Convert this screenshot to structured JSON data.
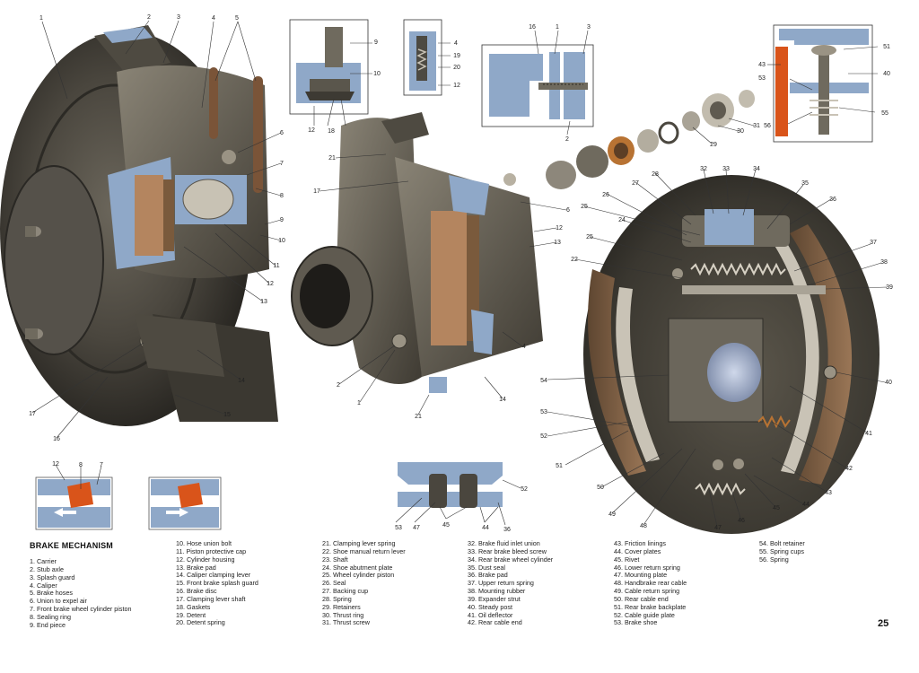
{
  "colors": {
    "metal_dark": "#3d3a33",
    "metal_mid": "#6f6a5e",
    "metal_light": "#a9a396",
    "section_blue": "#8fa8c8",
    "lining_brown": "#7a5a3c",
    "copper": "#b87333",
    "orange_seal": "#d9541a",
    "callout_line": "#333333"
  },
  "icons": [
    "arrow-left-icon",
    "arrow-right-icon"
  ],
  "callouts": {
    "front": [
      "1",
      "2",
      "3",
      "4",
      "5",
      "6",
      "7",
      "8",
      "9",
      "10",
      "11",
      "12",
      "13",
      "14",
      "15",
      "16",
      "17"
    ],
    "hub": [
      "21",
      "17",
      "1",
      "2",
      "21",
      "14",
      "4",
      "13",
      "12",
      "6"
    ],
    "inset1": [
      "9",
      "10",
      "12",
      "18"
    ],
    "inset2": [
      "4",
      "19",
      "20",
      "12"
    ],
    "inset3": [
      "16",
      "1",
      "3",
      "2"
    ],
    "inset4": [
      "51",
      "40",
      "43",
      "53",
      "56",
      "55"
    ],
    "cylinder": [
      "31",
      "30",
      "29",
      "28",
      "27",
      "26",
      "25",
      "24"
    ],
    "rear": [
      "32",
      "33",
      "34",
      "35",
      "36",
      "37",
      "38",
      "39",
      "40",
      "41",
      "42",
      "43",
      "44",
      "45",
      "46",
      "47",
      "48",
      "49",
      "50",
      "51",
      "52",
      "53",
      "54",
      "22",
      "25"
    ],
    "guide": [
      "53",
      "47",
      "45",
      "44",
      "36",
      "52"
    ],
    "pad_insets": [
      "12",
      "8",
      "7"
    ]
  },
  "legend": {
    "title": "BRAKE MECHANISM",
    "col1": [
      "1. Carrier",
      "2. Stub axle",
      "3. Splash guard",
      "4. Caliper",
      "5. Brake hoses",
      "6. Union to expel air",
      "7. Front brake wheel cylinder piston",
      "8. Sealing ring",
      "9. End piece"
    ],
    "col2": [
      "10. Hose union bolt",
      "11. Piston protective cap",
      "12. Cylinder housing",
      "13. Brake pad",
      "14. Caliper clamping lever",
      "15. Front brake splash guard",
      "16. Brake disc",
      "17. Clamping lever shaft",
      "18. Gaskets",
      "19. Detent",
      "20. Detent spring"
    ],
    "col3": [
      "21. Clamping lever spring",
      "22. Shoe manual return lever",
      "23. Shaft",
      "24. Shoe abutment plate",
      "25. Wheel cylinder piston",
      "26. Seal",
      "27. Backing cup",
      "28. Spring",
      "29. Retainers",
      "30. Thrust ring",
      "31. Thrust screw"
    ],
    "col4": [
      "32. Brake fluid inlet union",
      "33. Rear brake bleed screw",
      "34. Rear brake wheel cylinder",
      "35. Dust seal",
      "36. Brake pad",
      "37. Upper return spring",
      "38. Mounting rubber",
      "39. Expander strut",
      "40. Steady post",
      "41. Oil deflector",
      "42. Rear cable end"
    ],
    "col5": [
      "43. Friction linings",
      "44. Cover plates",
      "45. Rivet",
      "46. Lower return spring",
      "47. Mounting plate",
      "48. Handbrake rear cable",
      "49. Cable return spring",
      "50. Rear cable end",
      "51. Rear brake backplate",
      "52. Cable guide plate",
      "53. Brake shoe"
    ],
    "col6": [
      "54. Bolt retainer",
      "55. Spring cups",
      "56. Spring"
    ]
  },
  "page_number": "25"
}
